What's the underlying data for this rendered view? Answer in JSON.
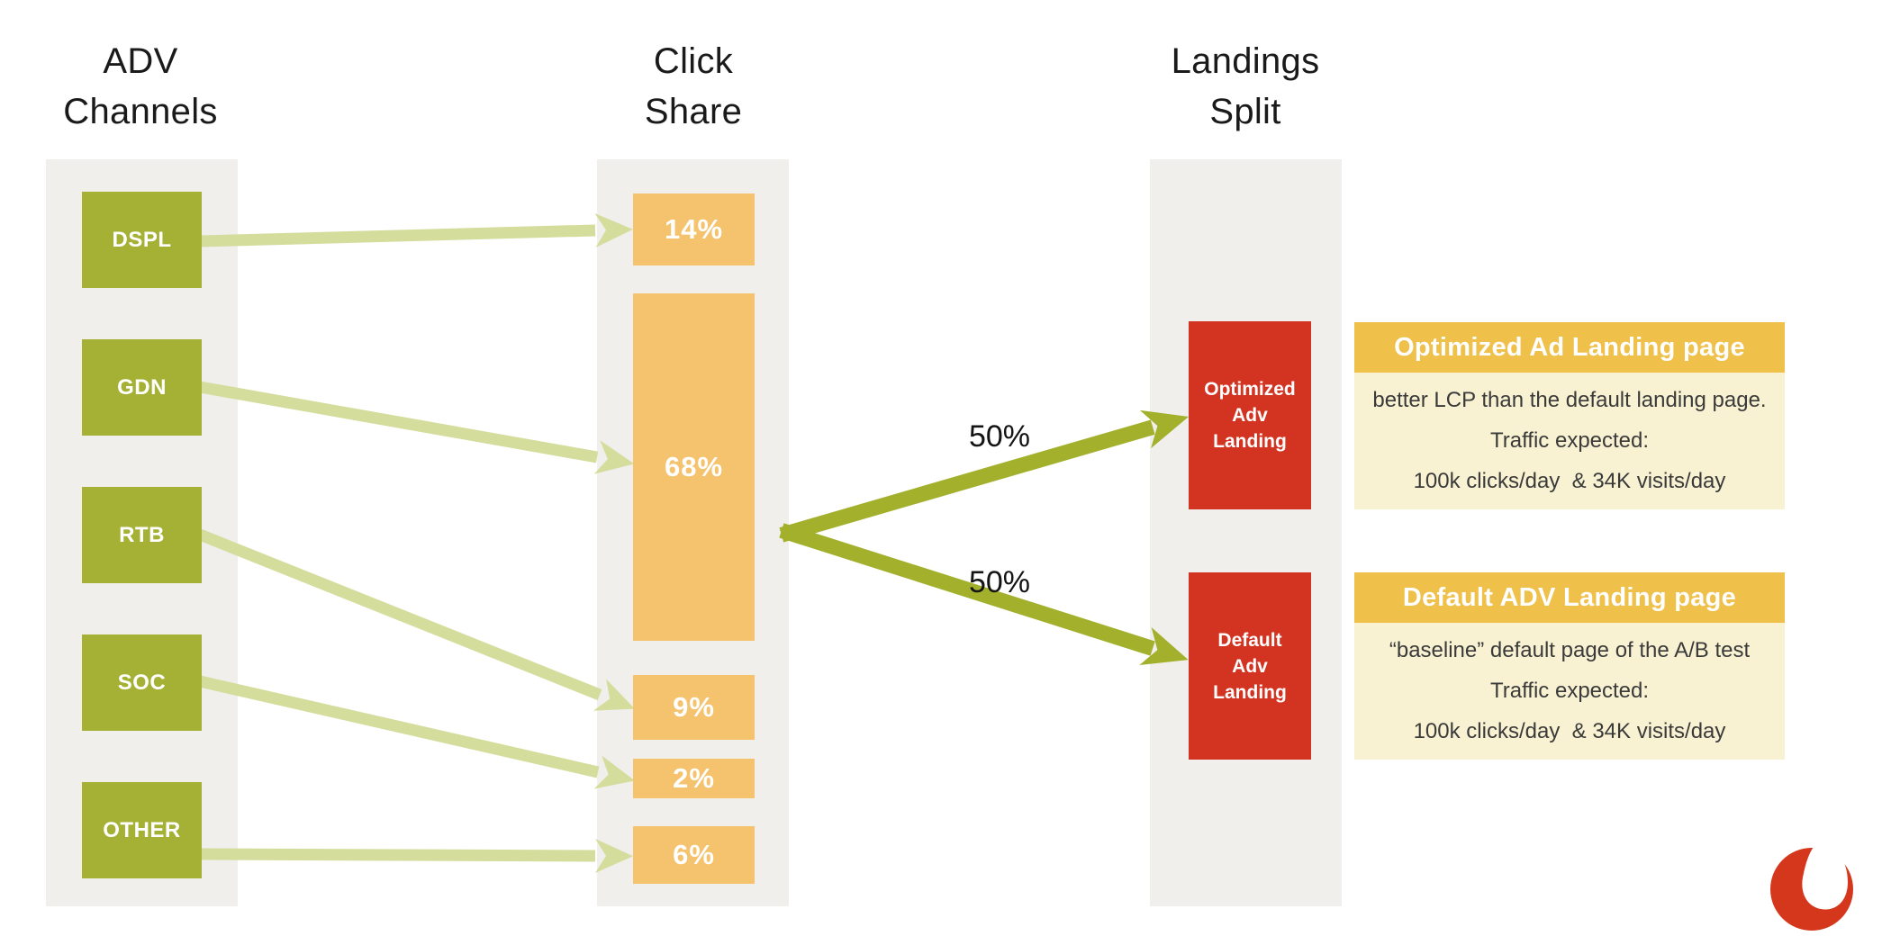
{
  "headers": {
    "channels": "ADV\nChannels",
    "click_share": "Click\nShare",
    "landings": "Landings\nSplit"
  },
  "channels": [
    {
      "label": "DSPL"
    },
    {
      "label": "GDN"
    },
    {
      "label": "RTB"
    },
    {
      "label": "SOC"
    },
    {
      "label": "OTHER"
    }
  ],
  "click_share": [
    {
      "label": "14%"
    },
    {
      "label": "68%"
    },
    {
      "label": "9%"
    },
    {
      "label": "2%"
    },
    {
      "label": "6%"
    }
  ],
  "flows": [
    {
      "from": "DSPL",
      "to": "14%"
    },
    {
      "from": "GDN",
      "to": "68%"
    },
    {
      "from": "RTB",
      "to": "9%"
    },
    {
      "from": "SOC",
      "to": "2%"
    },
    {
      "from": "OTHER",
      "to": "6%"
    }
  ],
  "split": {
    "top_label": "50%",
    "bottom_label": "50%",
    "destinations": [
      "Optimized Adv Landing",
      "Default Adv Landing"
    ]
  },
  "landings": [
    {
      "label": "Optimized\nAdv\nLanding"
    },
    {
      "label": "Default\nAdv\nLanding"
    }
  ],
  "cards": [
    {
      "title": "Optimized Ad Landing page",
      "body_lines": [
        "better LCP than the default landing page.",
        "Traffic expected:",
        "100k clicks/day  & 34K visits/day"
      ]
    },
    {
      "title": "Default ADV Landing page",
      "body_lines": [
        "“baseline” default page of the A/B test",
        "Traffic expected:",
        "100k clicks/day  & 34K visits/day"
      ]
    }
  ],
  "logo": {
    "name": "vodafone-logo"
  },
  "colors": {
    "channel_green": "#a5b134",
    "flow_arrow_light": "#d4dd9c",
    "split_arrow_olive": "#a3b02c",
    "share_orange": "#f5c36e",
    "landing_red": "#d33422",
    "column_gray": "#f0efec",
    "card_header_gold": "#efc04a",
    "card_body_cream": "#f8f2d2",
    "logo_red": "#d5371d",
    "heading_text": "#1a1a1a"
  }
}
